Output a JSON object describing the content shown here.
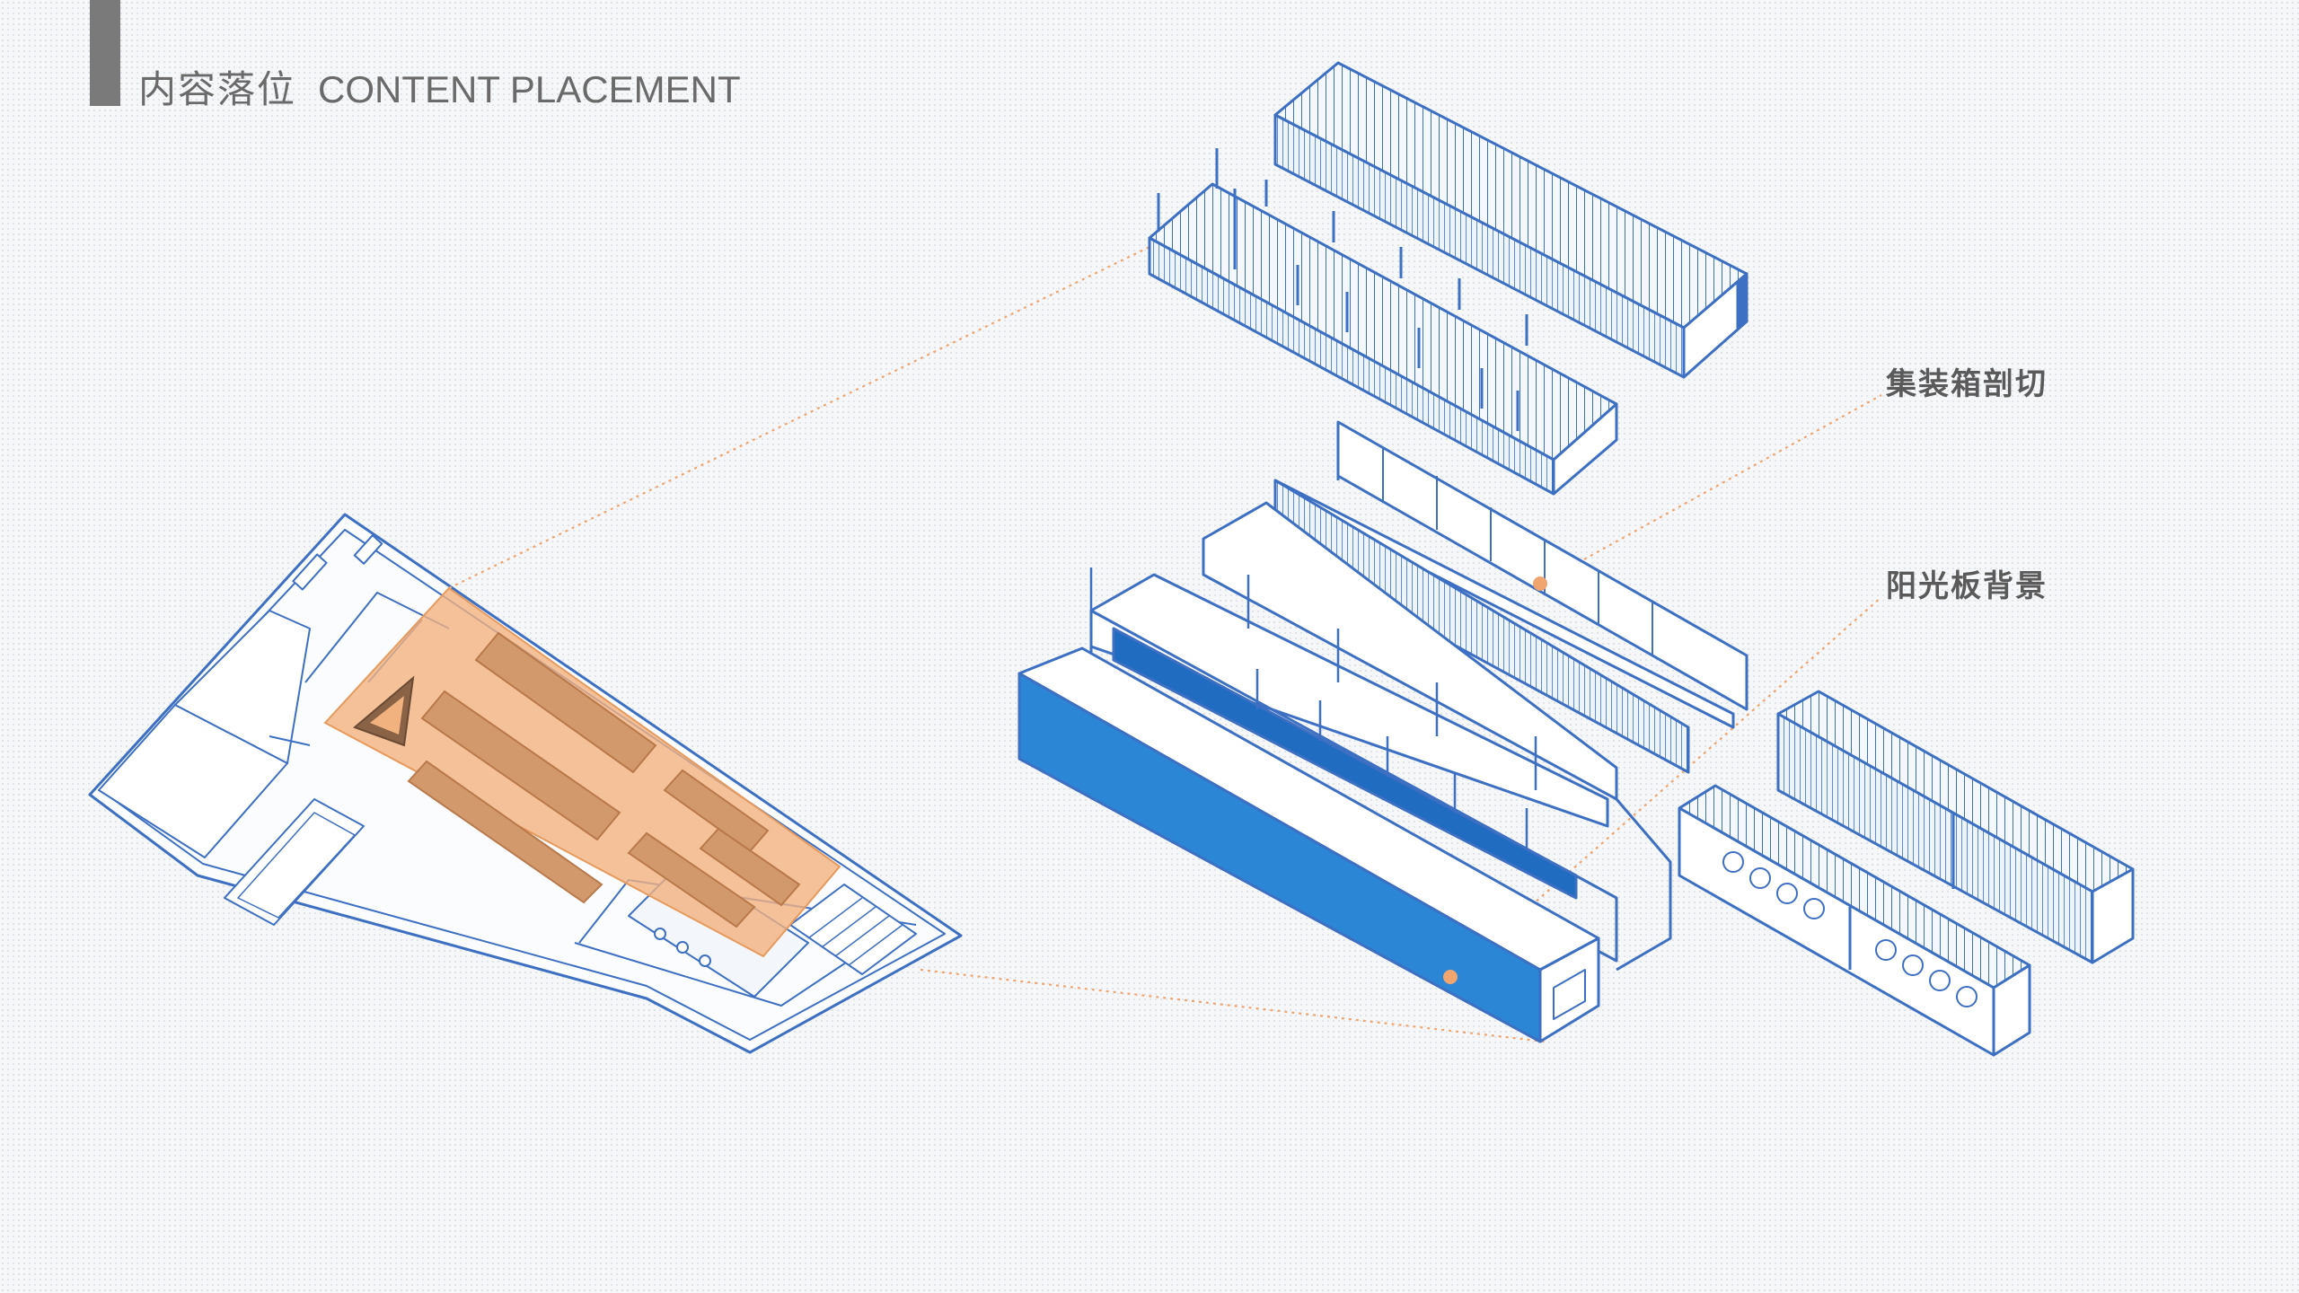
{
  "header": {
    "title_cn": "内容落位",
    "title_en": "CONTENT PLACEMENT"
  },
  "labels": {
    "container_cut": "集装箱剖切",
    "sunlight_panel_bg": "阳光板背景"
  },
  "colors": {
    "line_blue": "#3d6fc2",
    "fill_blue": "#2c86d6",
    "highlight_orange": "#f2b27f",
    "leader_orange": "#f0a56f",
    "title_gray": "#7a7a7a"
  }
}
